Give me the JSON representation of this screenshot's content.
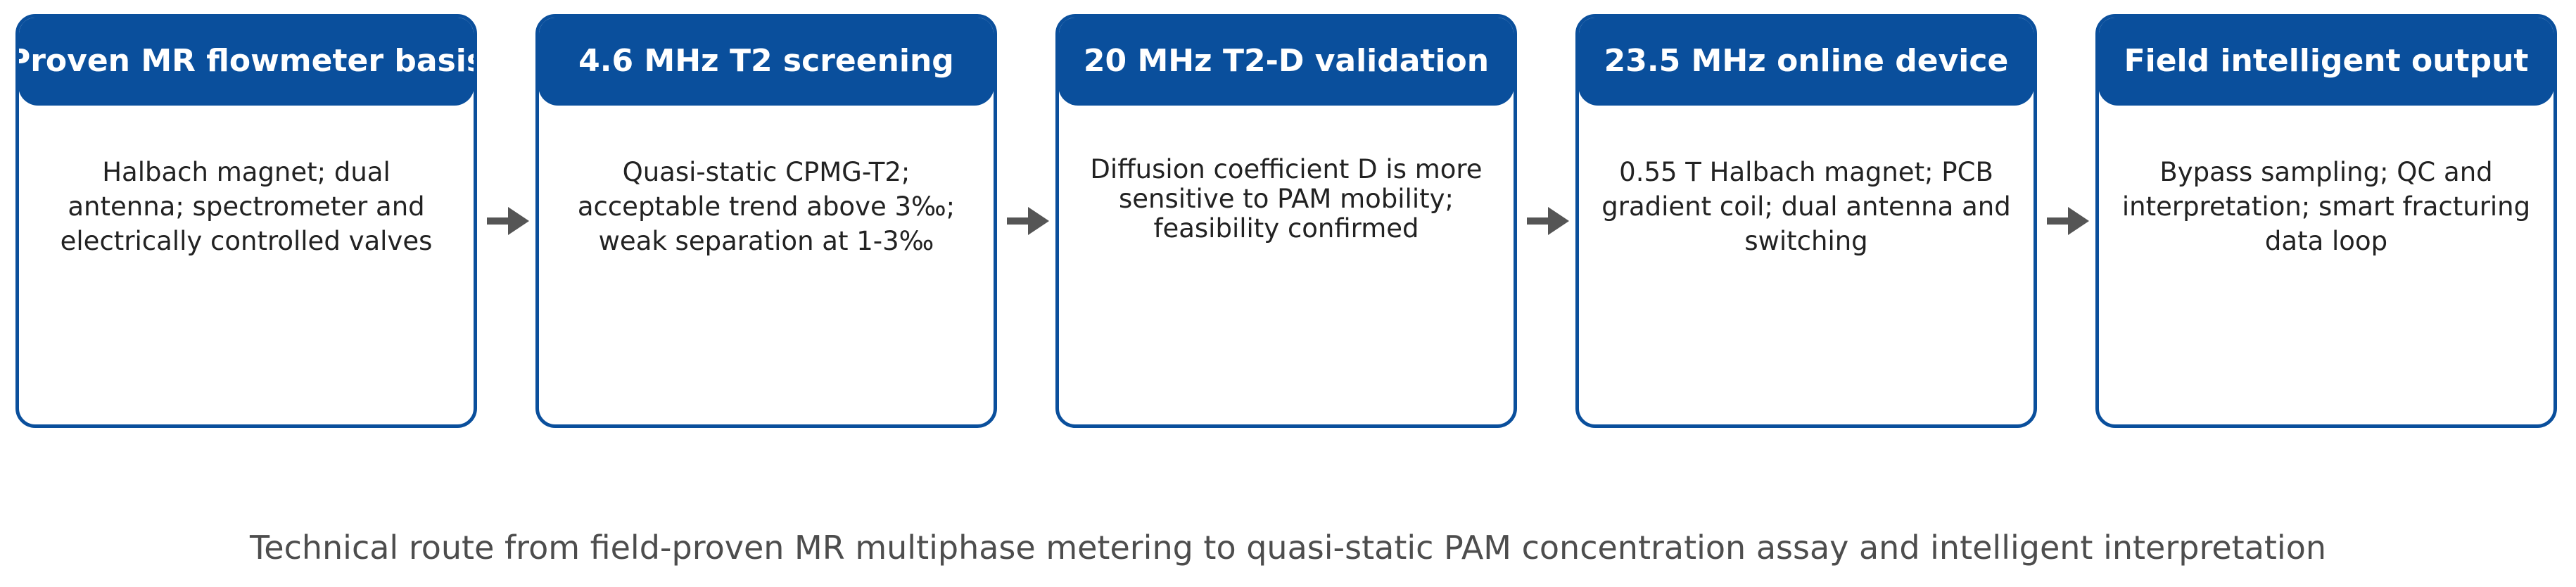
{
  "steps": [
    {
      "title": "Proven MR flowmeter basis",
      "body": "Halbach magnet; dual antenna; spectrometer and electrically controlled valves"
    },
    {
      "title": "4.6 MHz T2 screening",
      "body": "Quasi-static CPMG-T2; acceptable trend above 3‰; weak separation at 1-3‰"
    },
    {
      "title": "20 MHz T2-D validation",
      "body": "Diffusion coefficient D is more sensitive to PAM mobility; feasibility confirmed"
    },
    {
      "title": "23.5 MHz online device",
      "body": "0.55 T Halbach magnet; PCB gradient coil; dual antenna and switching"
    },
    {
      "title": "Field intelligent output",
      "body": "Bypass sampling; QC and interpretation; smart fracturing data loop"
    }
  ],
  "caption": "Technical route from field-proven MR multiphase metering to quasi-static PAM concentration assay and intelligent interpretation",
  "colors": {
    "box_border": "#0a4f9c",
    "header_fill": "#0a4f9c",
    "arrow": "#555555",
    "caption_text": "#4d4d4d"
  }
}
